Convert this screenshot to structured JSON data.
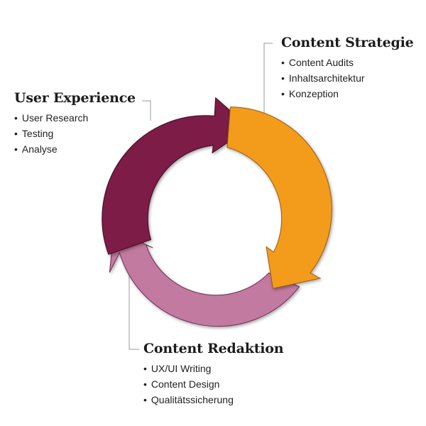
{
  "colors": {
    "user_experience": "#7b1a47",
    "content_strategie": "#f39c1f",
    "content_redaktion": "#c27aa0",
    "leader_line": "#999999"
  },
  "sections": {
    "user_experience": {
      "title": "User Experience",
      "items": [
        "User Research",
        "Testing",
        "Analyse"
      ]
    },
    "content_strategie": {
      "title": "Content Strategie",
      "items": [
        "Content Audits",
        "Inhaltsarchitektur",
        "Konzeption"
      ]
    },
    "content_redaktion": {
      "title": "Content Redaktion",
      "items": [
        "UX/UI Writing",
        "Content Design",
        "Qualitätssicherung"
      ]
    }
  }
}
